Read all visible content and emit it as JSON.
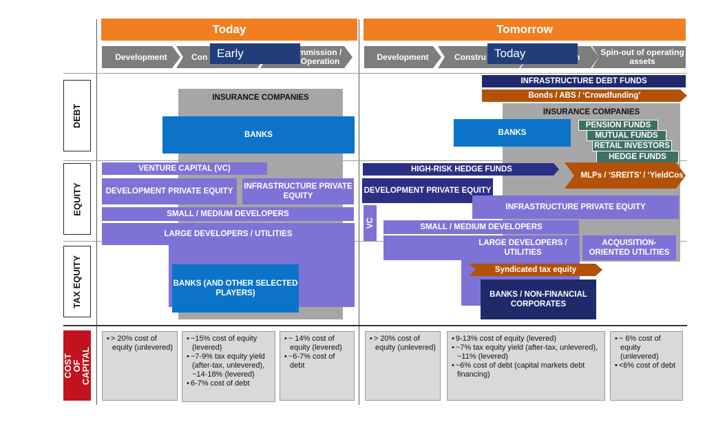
{
  "headers": {
    "today": "Today",
    "tomorrow": "Tomorrow"
  },
  "phases_left": [
    "Development",
    "Con",
    "mmission / Operation"
  ],
  "phases_right": [
    "Development",
    "Constru",
    "ation",
    "Spin-out of operating assets"
  ],
  "overlay_tags": {
    "left": "Early",
    "right": "Today"
  },
  "row_labels": {
    "debt": "DEBT",
    "equity": "EQUITY",
    "tax_equity": "TAX EQUITY",
    "cost_of_capital": "COST OF CAPITAL"
  },
  "left": {
    "insurance": "INSURANCE COMPANIES",
    "banks": "BANKS",
    "vc": "VENTURE CAPITAL (VC)",
    "dev_pe": "DEVELOPMENT PRIVATE EQUITY",
    "infra_pe": "INFRASTRUCTURE PRIVATE EQUITY",
    "small_dev": "SMALL / MEDIUM DEVELOPERS",
    "large_dev": "LARGE DEVELOPERS / UTILITIES",
    "banks_other": "BANKS (AND OTHER SELECTED PLAYERS)"
  },
  "right": {
    "infra_debt": "INFRASTRUCTURE DEBT FUNDS",
    "bonds": "Bonds / ABS / ‘Crowdfunding’",
    "insurance": "INSURANCE COMPANIES",
    "banks": "BANKS",
    "pension": "PENSION FUNDS",
    "mutual": "MUTUAL FUNDS",
    "retail": "RETAIL INVESTORS",
    "hedge": "HEDGE FUNDS",
    "mlps": "MLPs / ‘SREITS’ / ‘YieldCos",
    "high_risk": "HIGH-RISK HEDGE FUNDS",
    "dev_pe": "DEVELOPMENT PRIVATE EQUITY",
    "infra_pe": "INFRASTRUCTURE PRIVATE EQUITY",
    "vc": "VC",
    "small_dev": "SMALL / MEDIUM DEVELOPERS",
    "large_dev": "LARGE DEVELOPERS / UTILITIES",
    "acq_util": "ACQUISITION-ORIENTED UTILITIES",
    "synd": "Syndicated tax equity",
    "banks_nonfin": "BANKS / NON-FINANCIAL CORPORATES"
  },
  "cost_of_capital": {
    "left": [
      [
        "> 20% cost of equity (unlevered)"
      ],
      [
        "~15% cost of equity (levered)",
        "~7-9% tax equity yield (after-tax, unlevered), ~14-18% (levered)",
        "6-7% cost of debt"
      ],
      [
        "~ 14% cost of equity (levered)",
        "~6-7% cost of debt"
      ]
    ],
    "right": [
      [
        "> 20% cost of equity (unlevered)"
      ],
      [
        "9-13% cost of equity (levered)",
        "~7% tax equity yield (after-tax, unlevered), ~11% (levered)",
        "~6% cost of debt (capital markets debt financing)"
      ],
      [
        "~ 6% cost of equity (unlevered)",
        "<6% cost of debt"
      ]
    ]
  }
}
